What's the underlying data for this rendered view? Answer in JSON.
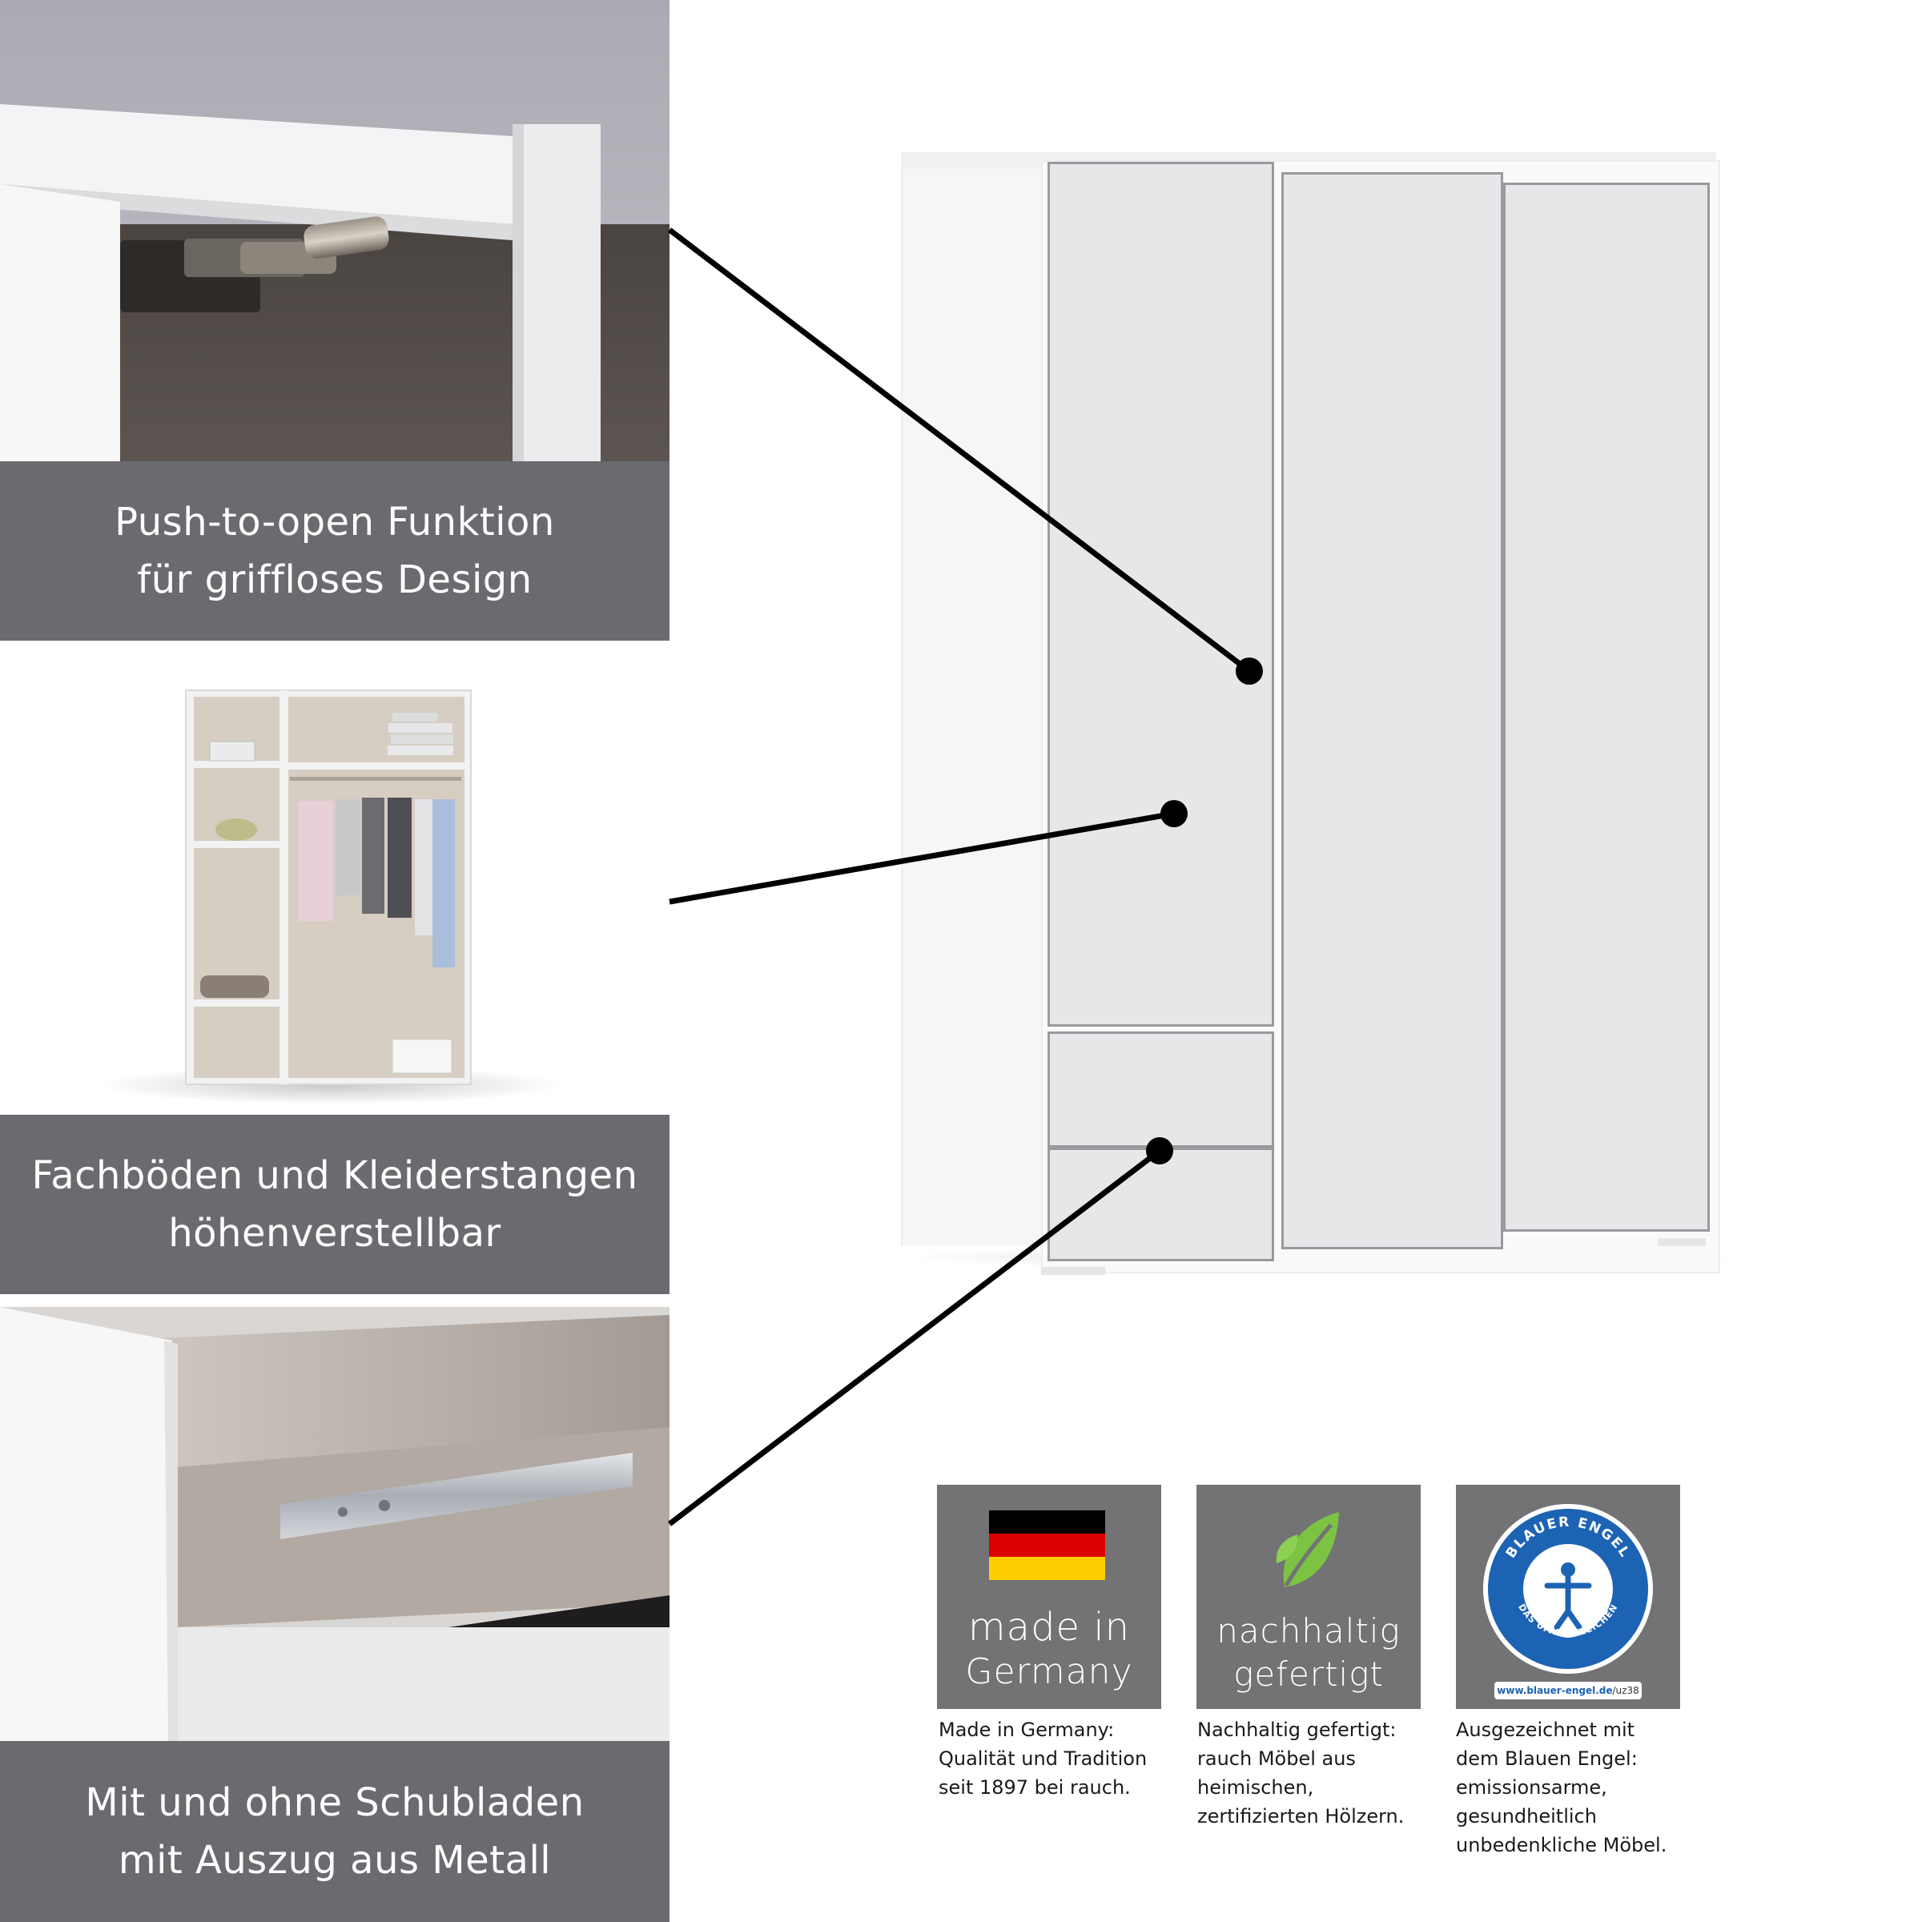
{
  "features": [
    {
      "line1": "Push-to-open Funktion",
      "line2": "für griffloses Design"
    },
    {
      "line1": "Fachböden und Kleiderstangen",
      "line2": "höhenverstellbar"
    },
    {
      "line1": "Mit und ohne Schubladen",
      "line2": "mit Auszug aus Metall"
    }
  ],
  "badges": [
    {
      "label1": "made in",
      "label2": "Germany",
      "icon": "german-flag-icon",
      "desc": [
        "Made in Germany:",
        "Qualität und Tradition",
        "seit 1897 bei rauch."
      ]
    },
    {
      "label1": "nachhaltig",
      "label2": "gefertigt",
      "icon": "leaf-icon",
      "desc": [
        "Nachhaltig gefertigt:",
        "rauch Möbel aus",
        "heimischen,",
        "zertifizierten Hölzern."
      ]
    },
    {
      "logo_top": "BLAUER ENGEL",
      "logo_bottom": "DAS UMWELTZEICHEN",
      "url_a": "www.blauer-engel.de",
      "url_b": "/uz38",
      "icon": "blue-angel-logo",
      "desc": [
        "Ausgezeichnet mit",
        "dem Blauen Engel:",
        "emissionsarme,",
        "gesundheitlich",
        "unbedenkliche Möbel."
      ]
    }
  ],
  "colors": {
    "caption_bg": "#6b6a6f",
    "badge_bg": "#737275",
    "leaf_green": "#7cc243",
    "angel_blue": "#1d63b4"
  }
}
